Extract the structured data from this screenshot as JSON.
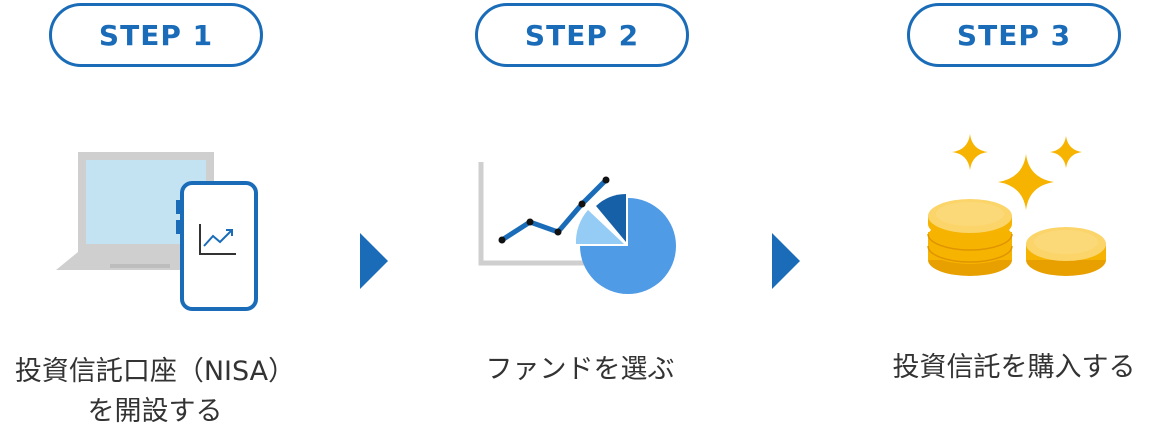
{
  "steps": [
    {
      "label": "STEP 1",
      "caption_line1": "投資信託口座（NISA）",
      "caption_line2": "を開設する"
    },
    {
      "label": "STEP 2",
      "caption_line1": "ファンドを選ぶ"
    },
    {
      "label": "STEP 3",
      "caption_line1": "投資信託を購入する"
    }
  ],
  "colors": {
    "accent": "#1a6cb8",
    "text": "#333333",
    "coin": "#f6b400",
    "pie": "#4f9be6"
  }
}
